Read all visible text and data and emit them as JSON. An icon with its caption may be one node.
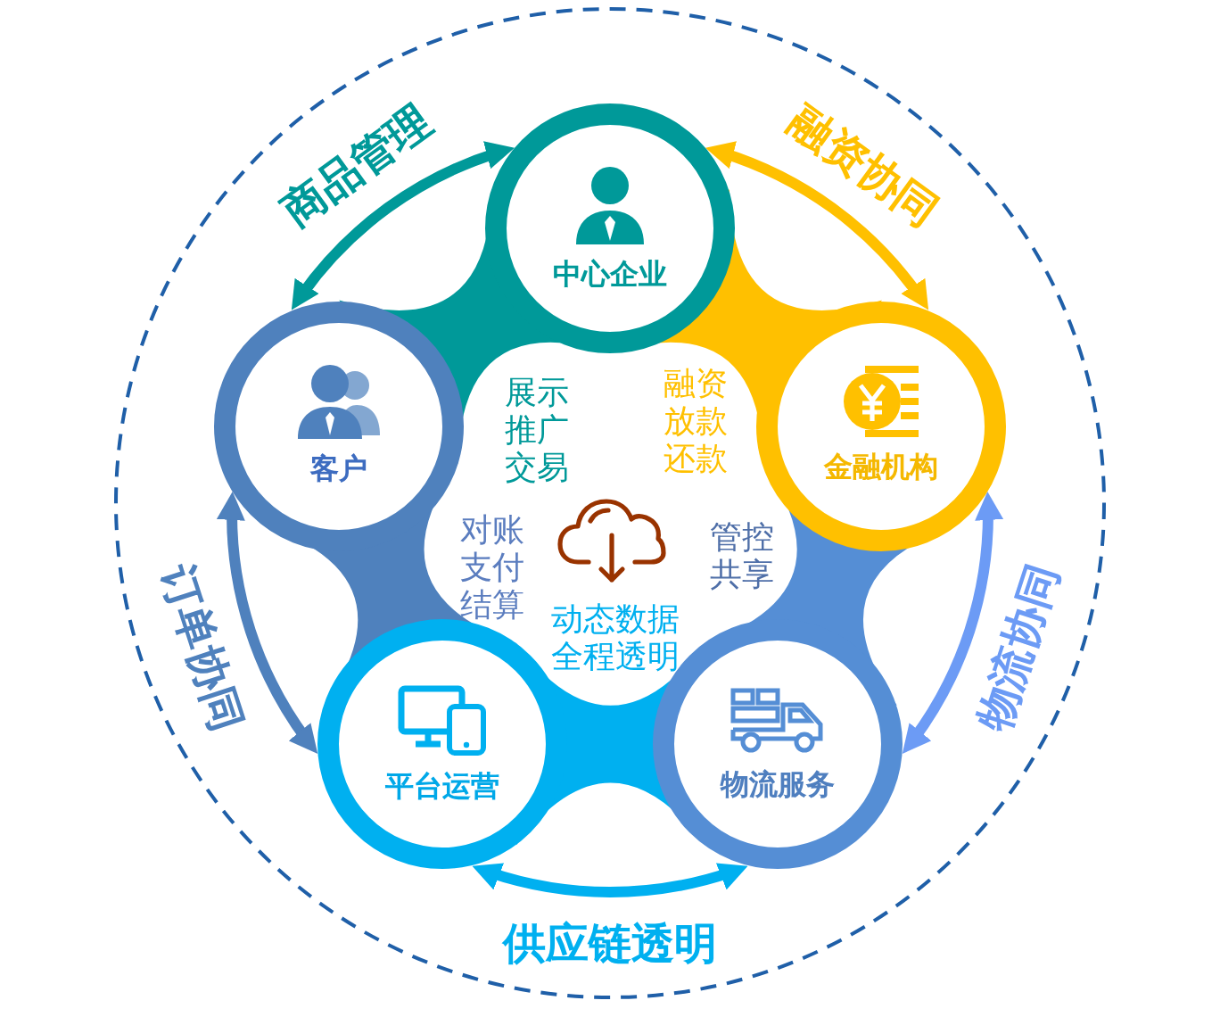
{
  "diagram": {
    "nodes": [
      {
        "text": [
          "中心企业"
        ]
      },
      {
        "text": [
          "客户"
        ]
      },
      {
        "text": [
          "金融机构"
        ]
      },
      {
        "text": [
          "平台运营"
        ]
      },
      {
        "text": [
          "物流服务"
        ]
      }
    ],
    "edges": [
      {
        "from": 1,
        "to": 0,
        "arrow": "both",
        "label": "商品管理",
        "color": "#009999"
      },
      {
        "from": 0,
        "to": 2,
        "arrow": "both",
        "label": "融资协同",
        "color": "#ffc000"
      },
      {
        "from": 1,
        "to": 3,
        "arrow": "both",
        "label": "订单协同",
        "color": "#4f81bd"
      },
      {
        "from": 2,
        "to": 4,
        "arrow": "both",
        "label": "物流协同",
        "color": "#6c9bf5"
      },
      {
        "from": 3,
        "to": 4,
        "arrow": "both",
        "label": "供应链透明",
        "color": "#00b0f0"
      }
    ],
    "labels": [
      "展示推广交易",
      "融资放款还款",
      "对账支付结算",
      "管控共享",
      "动态数据全程透明"
    ]
  }
}
